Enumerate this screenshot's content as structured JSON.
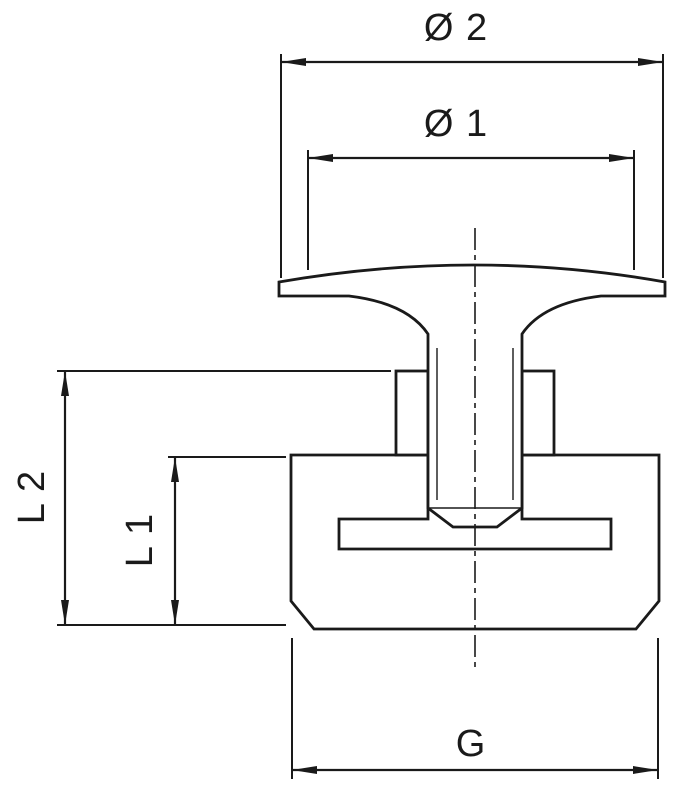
{
  "drawing": {
    "kind": "technical-cross-section",
    "line_color": "#1a1a1a",
    "background_color": "#ffffff"
  },
  "dimensions": {
    "d2": "Ø 2",
    "d1": "Ø 1",
    "l2": "L 2",
    "l1": "L 1",
    "g": "G"
  }
}
